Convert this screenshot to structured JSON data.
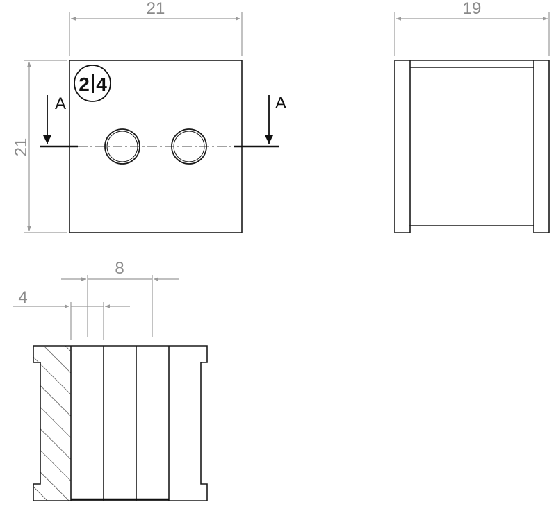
{
  "front_view": {
    "width_dim": "21",
    "height_dim": "21",
    "badge": {
      "left": "2",
      "right": "4"
    },
    "section_label_left": "A",
    "section_label_right": "A"
  },
  "side_view": {
    "width_dim": "19"
  },
  "section_view": {
    "dim_spacing": "8",
    "dim_offset": "4"
  }
}
